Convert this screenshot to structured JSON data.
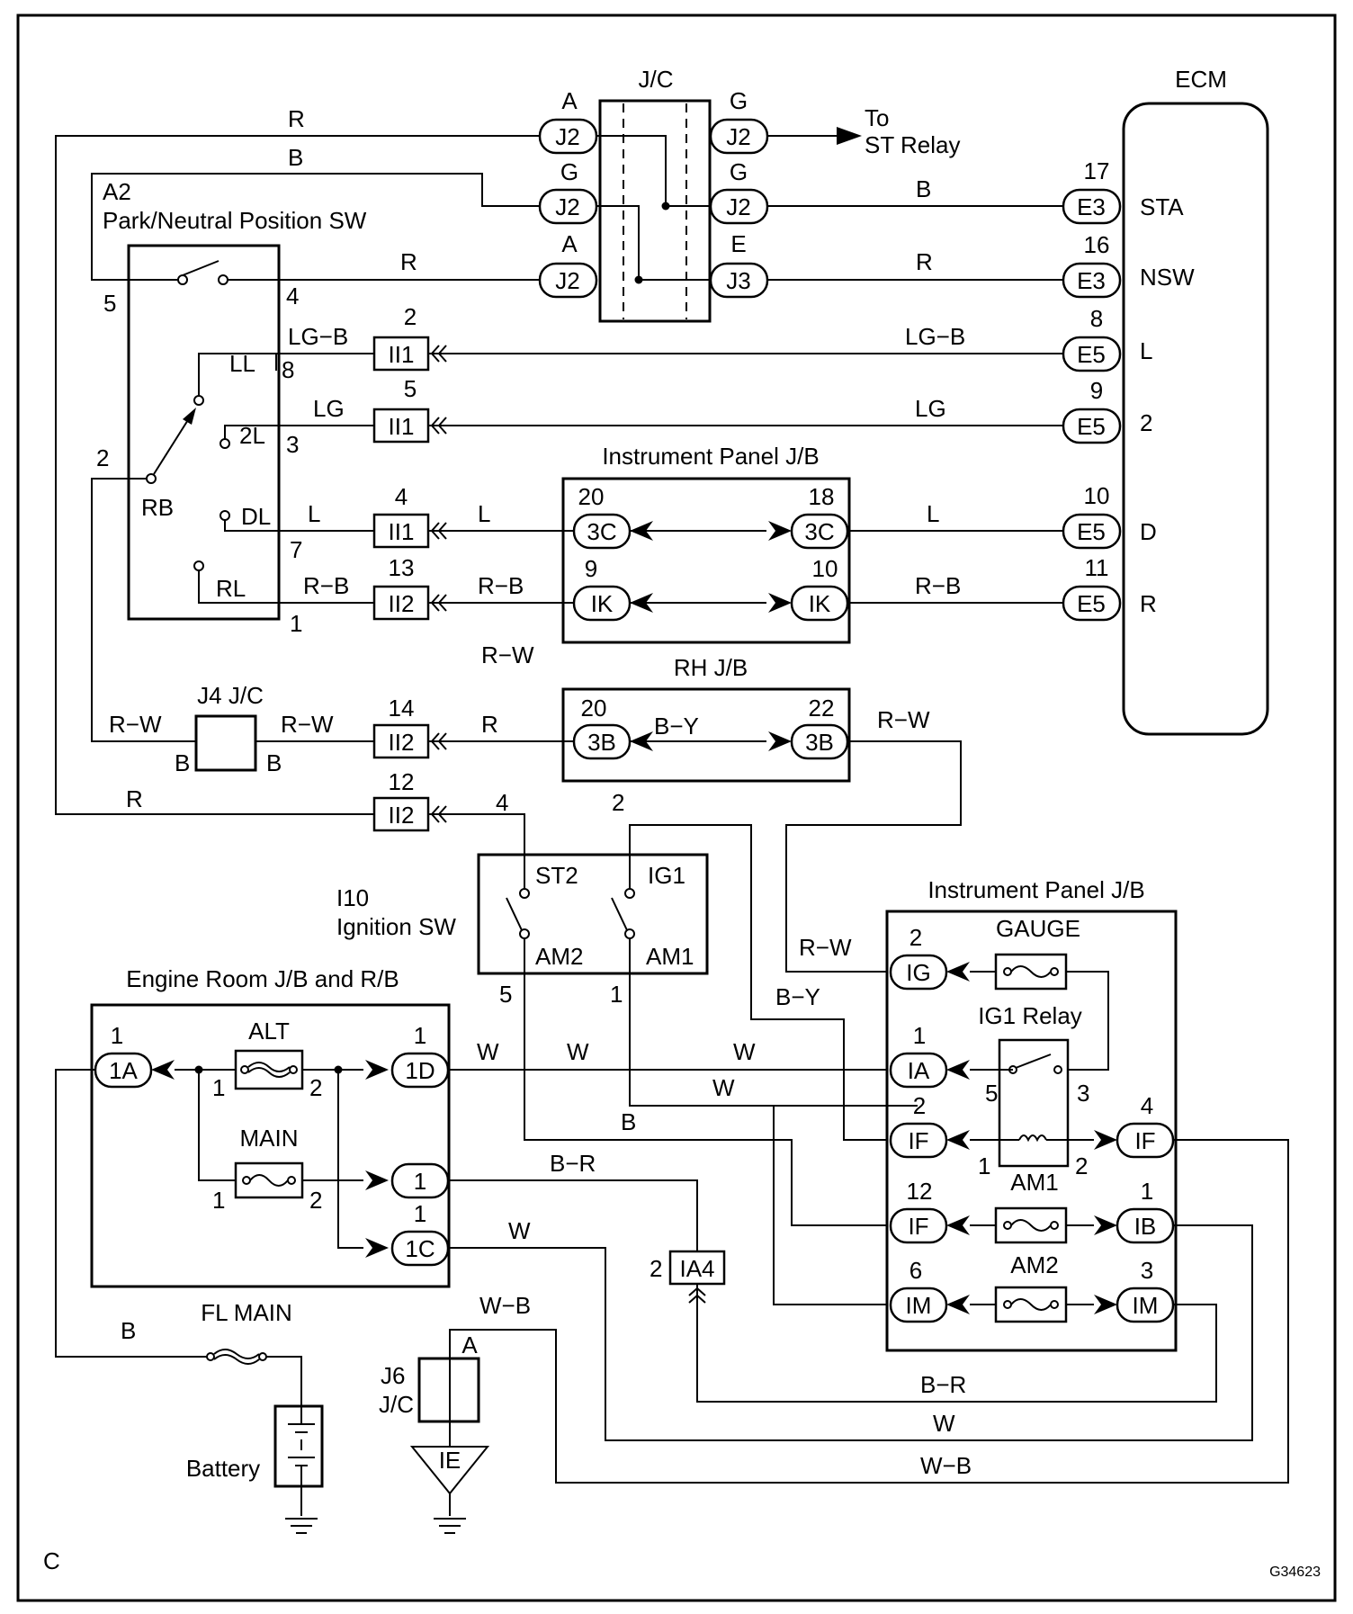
{
  "wires": {
    "R": "R",
    "B": "B",
    "LG_B": "LG−B",
    "LG": "LG",
    "L": "L",
    "R_B": "R−B",
    "R_W": "R−W",
    "B_Y": "B−Y",
    "W": "W",
    "B_R": "B−R",
    "W_B": "W−B"
  },
  "jc": {
    "title": "J/C"
  },
  "st_relay": {
    "line1": "To",
    "line2": "ST Relay"
  },
  "ecm": {
    "title": "ECM",
    "pins": [
      {
        "num": "17",
        "conn": "E3",
        "name": "STA"
      },
      {
        "num": "16",
        "conn": "E3",
        "name": "NSW"
      },
      {
        "num": "8",
        "conn": "E5",
        "name": "L"
      },
      {
        "num": "9",
        "conn": "E5",
        "name": "2"
      },
      {
        "num": "10",
        "conn": "E5",
        "name": "D"
      },
      {
        "num": "11",
        "conn": "E5",
        "name": "R"
      }
    ]
  },
  "pnp": {
    "id": "A2",
    "title": "Park/Neutral Position SW",
    "pins": {
      "p5": "5",
      "p4": "4",
      "p8": "8",
      "p3": "3",
      "p2": "2",
      "p7": "7",
      "p1": "1"
    },
    "contacts": {
      "LL": "LL",
      "2L": "2L",
      "DL": "DL",
      "RL": "RL",
      "RB": "RB"
    }
  },
  "connectors": {
    "J2": "J2",
    "J3": "J3",
    "II1": "II1",
    "II2": "II2",
    "c3C": "3C",
    "IK": "IK",
    "c3B": "3B",
    "IG": "IG",
    "IA": "IA",
    "IF": "IF",
    "IB": "IB",
    "IM": "IM",
    "c1A": "1A",
    "c1D": "1D",
    "c1": "1",
    "c1C": "1C",
    "IA4": "IA4",
    "IE": "IE"
  },
  "pins": {
    "A": "A",
    "G": "G",
    "E": "E",
    "n1": "1",
    "n2": "2",
    "n3": "3",
    "n4": "4",
    "n5": "5",
    "n6": "6",
    "n9": "9",
    "n10": "10",
    "n12": "12",
    "n13": "13",
    "n14": "14",
    "n18": "18",
    "n20": "20",
    "n22": "22"
  },
  "ip_jb_top": {
    "title": "Instrument Panel J/B"
  },
  "rh_jb": {
    "title": "RH J/B"
  },
  "j4": {
    "title": "J4 J/C",
    "left": "B",
    "right": "B"
  },
  "ign": {
    "id": "I10",
    "title": "Ignition SW",
    "st2": "ST2",
    "ig1": "IG1",
    "am2": "AM2",
    "am1": "AM1"
  },
  "ip_jb_bot": {
    "title": "Instrument Panel J/B",
    "gauge": "GAUGE",
    "relay": "IG1 Relay",
    "am1": "AM1",
    "am2": "AM2"
  },
  "er_jb": {
    "title": "Engine Room J/B and R/B",
    "alt": "ALT",
    "main": "MAIN"
  },
  "fl_main": "FL MAIN",
  "battery": "Battery",
  "j6": {
    "id": "J6",
    "sub": "J/C"
  },
  "corner_left": "C",
  "figure_id": "G34623"
}
